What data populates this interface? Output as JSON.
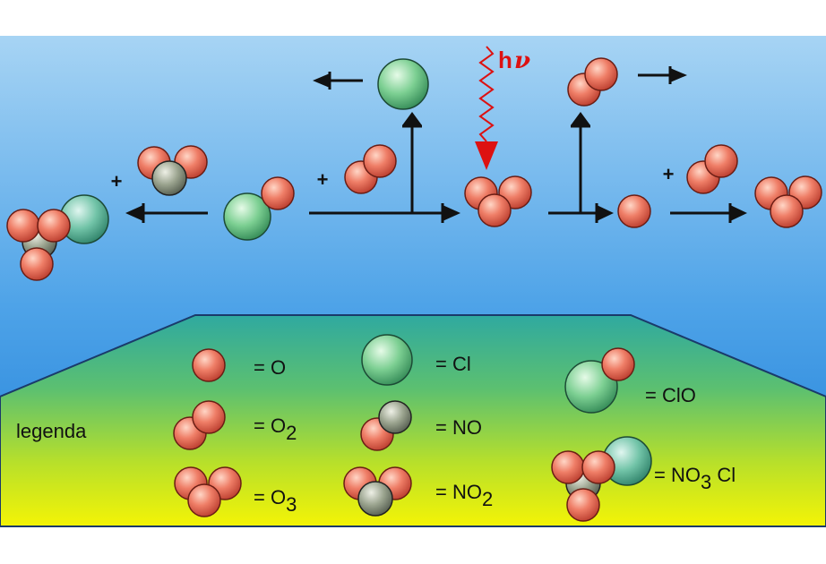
{
  "reaction": {
    "photon_label": "h",
    "photon_nu": "ν",
    "plus_signs": [
      "+",
      "+",
      "+"
    ]
  },
  "legend": {
    "title": "legenda",
    "entries": {
      "o": {
        "prefix": "= O"
      },
      "o2": {
        "prefix": "= O",
        "sub": "2"
      },
      "o3": {
        "prefix": "= O",
        "sub": "3"
      },
      "cl": {
        "prefix": "= Cl"
      },
      "no": {
        "prefix": "= NO"
      },
      "no2": {
        "prefix": "= NO",
        "sub": "2"
      },
      "clo": {
        "prefix": "= ClO"
      },
      "no3cl": {
        "prefix": "= NO",
        "sub": "3",
        "suffix": " Cl"
      }
    }
  },
  "colors": {
    "oxygen": "#e8705c",
    "chlorine": "#6cc28a",
    "nitrogen": "#8e9a86",
    "photon": "#dd1111",
    "arrow": "#111111",
    "sky_top": "#a7d4f4",
    "sky_bottom": "#1f7fd8",
    "ground_top": "#43b67e",
    "ground_bottom": "#f1f40a"
  }
}
